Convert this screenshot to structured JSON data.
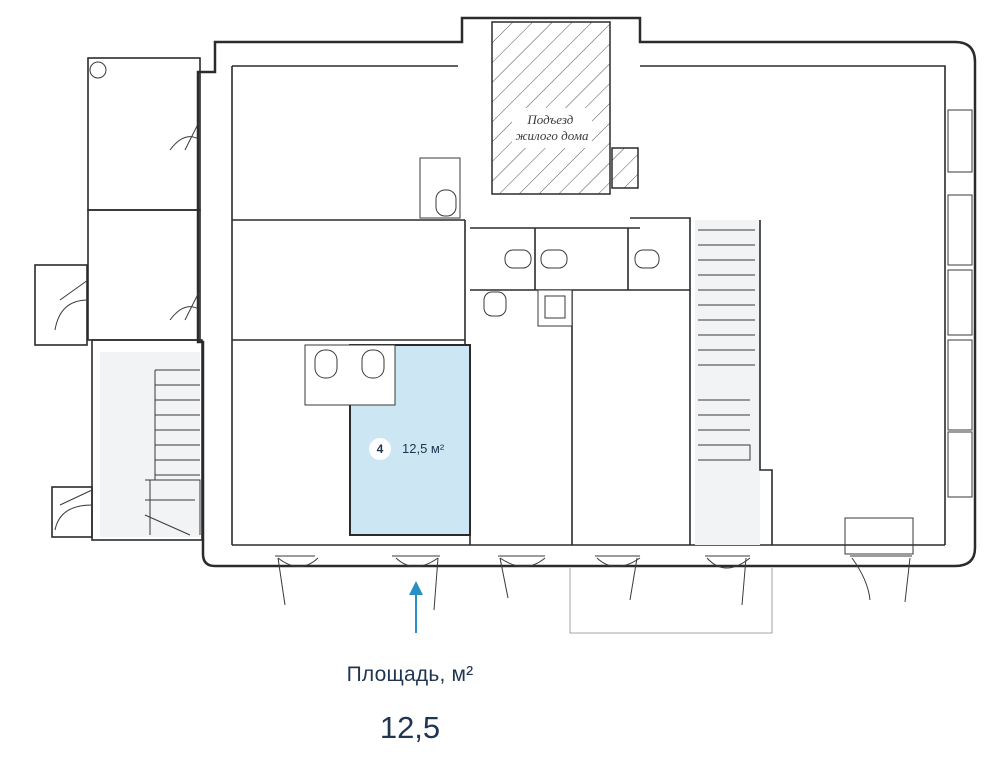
{
  "plan": {
    "stairwell_label_line1": "Подъезд",
    "stairwell_label_line2": "жилого дома",
    "selected_unit": {
      "number": "4",
      "area_label": "12,5 м²",
      "fill_color": "#cde6f3"
    },
    "accent_color": "#2a8fc4"
  },
  "info": {
    "area_title": "Площадь, м²",
    "area_value": "12,5"
  }
}
